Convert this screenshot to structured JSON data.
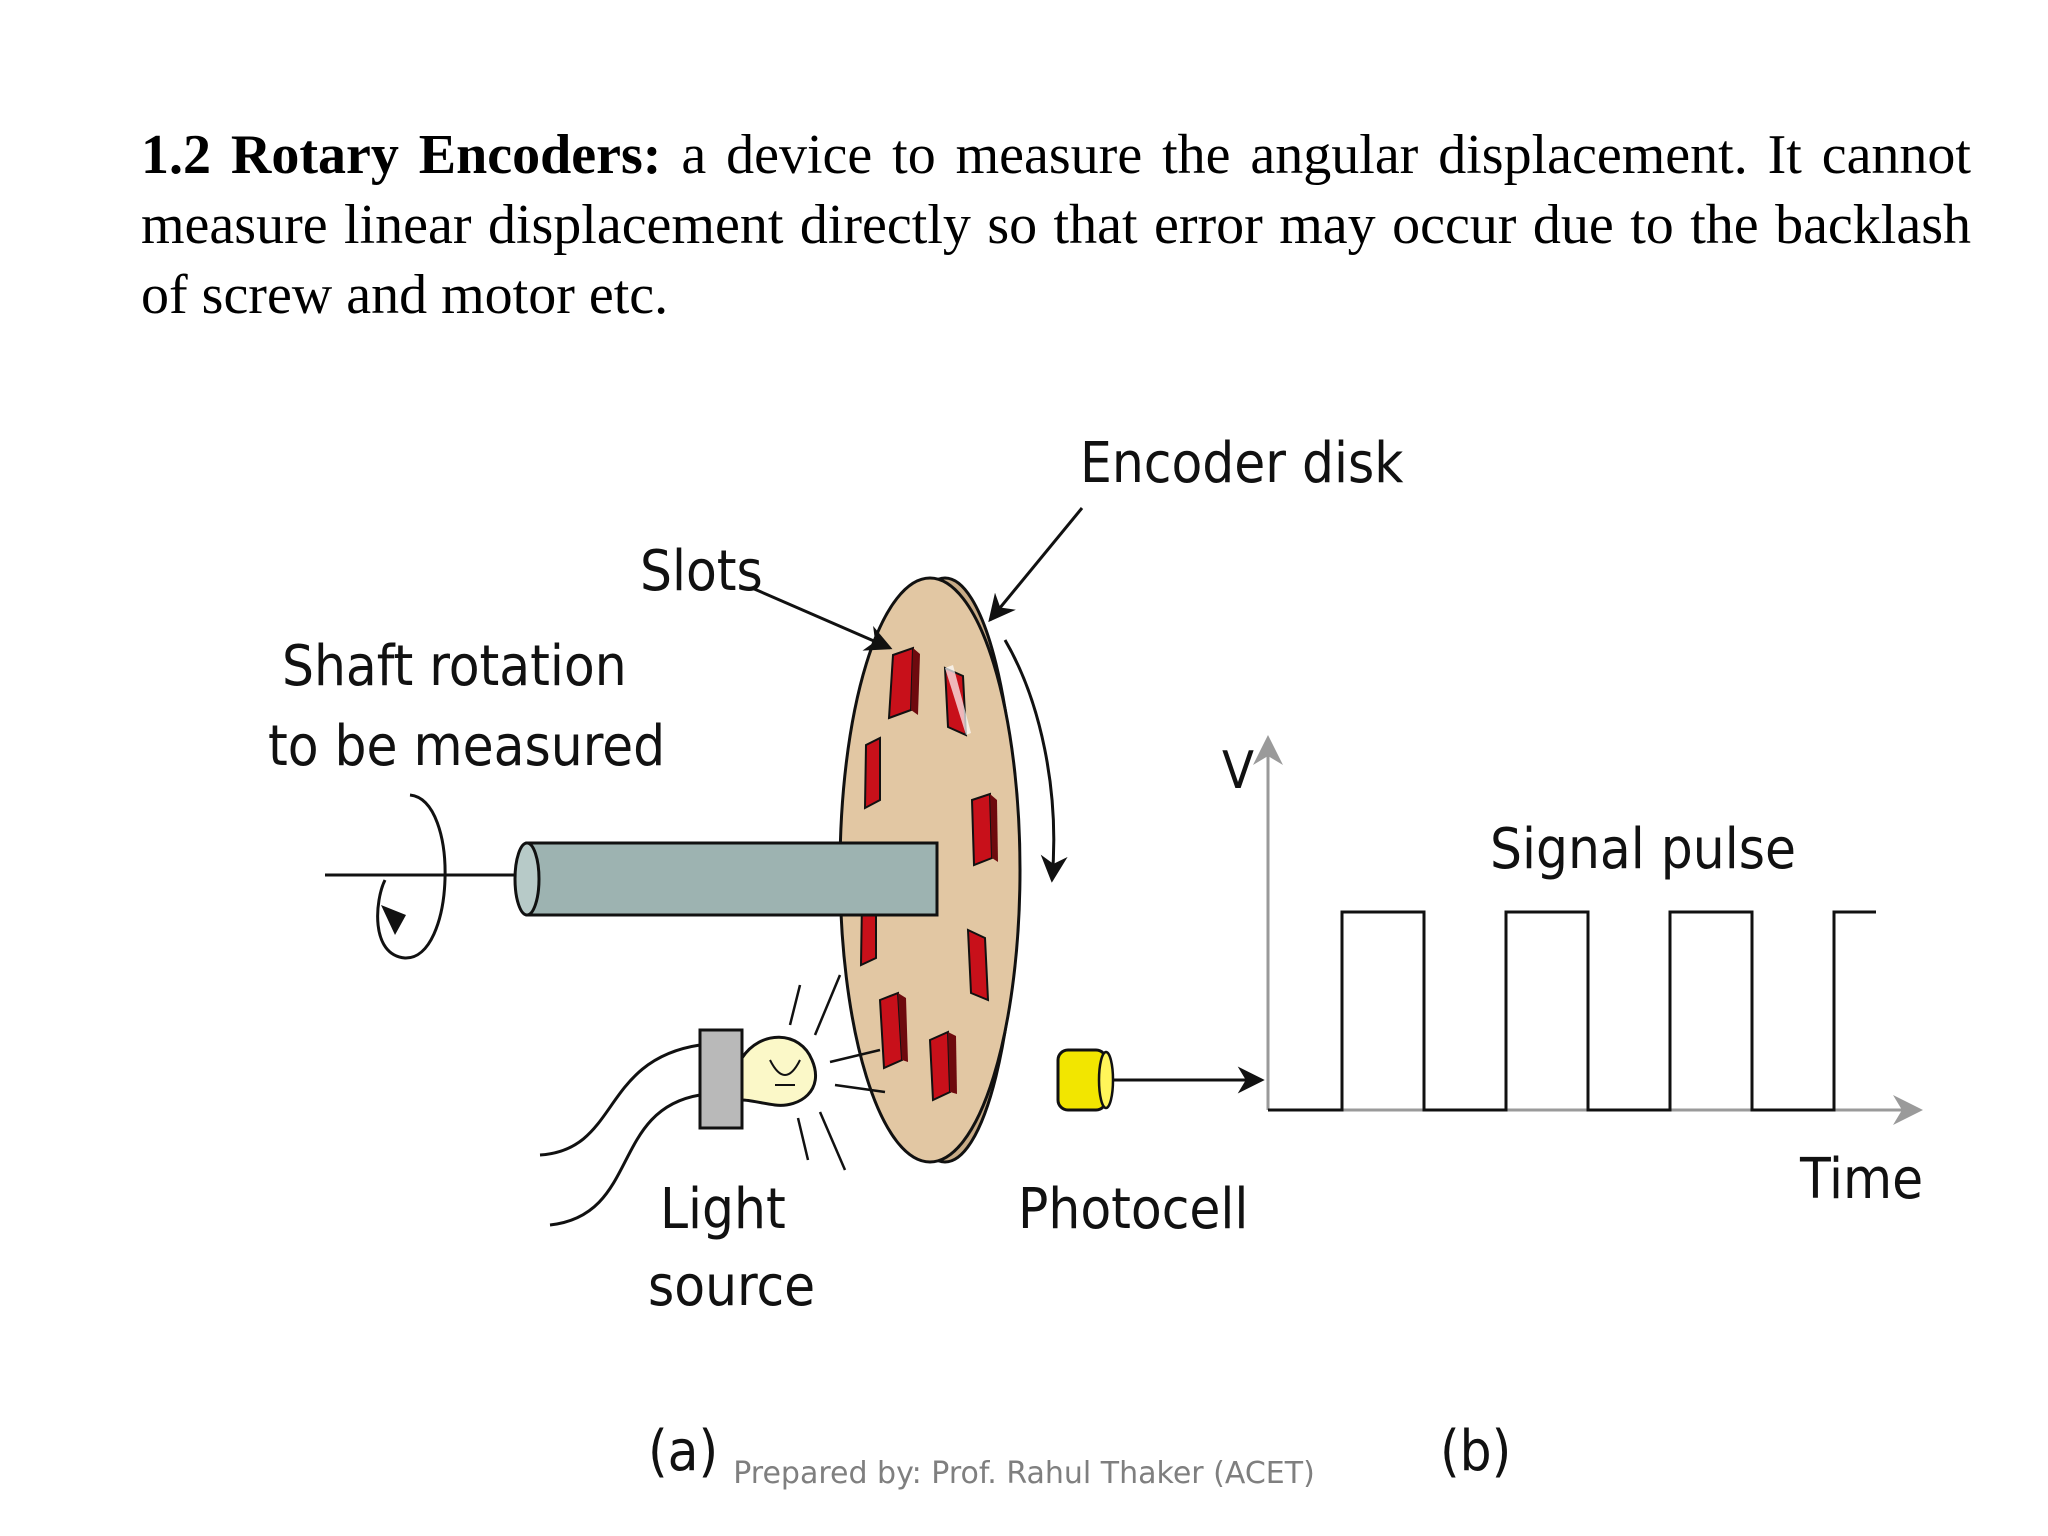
{
  "heading": {
    "title": "1.2 Rotary Encoders:",
    "description": " a device to measure the angular displacement. It cannot measure linear displacement directly so that error may occur due to the backlash of screw and motor etc."
  },
  "diagram": {
    "labels": {
      "encoder_disk": "Encoder disk",
      "slots": "Slots",
      "shaft_line1": "Shaft rotation",
      "shaft_line2": "to be measured",
      "light_line1": "Light",
      "light_line2": "source",
      "photocell": "Photocell",
      "v_axis": "V",
      "signal_pulse": "Signal pulse",
      "time_axis": "Time",
      "panel_a": "(a)",
      "panel_b": "(b)"
    },
    "colors": {
      "disk": "#e2c7a3",
      "slot": "#c8101a",
      "shaft": "#9db3b1",
      "photocell": "#f2e600",
      "bulb": "#fbf8c8",
      "lamp_base": "#b9b9b9",
      "axis": "#9a9a9a"
    }
  },
  "footer": {
    "credit": "Prepared by: Prof. Rahul Thaker (ACET)"
  }
}
